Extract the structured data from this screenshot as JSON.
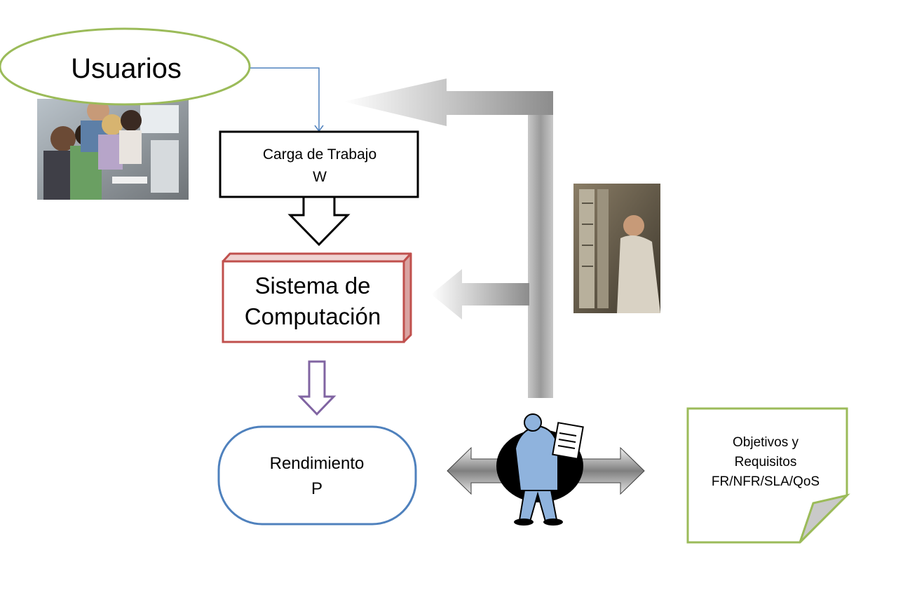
{
  "users": {
    "label": "Usuarios"
  },
  "workload": {
    "title": "Carga de Trabajo",
    "symbol": "W"
  },
  "system": {
    "line1": "Sistema de",
    "line2": "Computación"
  },
  "performance": {
    "title": "Rendimiento",
    "symbol": "P"
  },
  "objectives": {
    "line1": "Objetivos y",
    "line2": "Requisitos",
    "line3": "FR/NFR/SLA/QoS"
  },
  "colors": {
    "users_border": "#9bbb59",
    "workload_border": "#000000",
    "system_border": "#c0504d",
    "performance_border": "#4f81bd",
    "down_arrow": "#8064a2",
    "objectives_border": "#9bbb59",
    "connector_line": "#4f81bd"
  }
}
